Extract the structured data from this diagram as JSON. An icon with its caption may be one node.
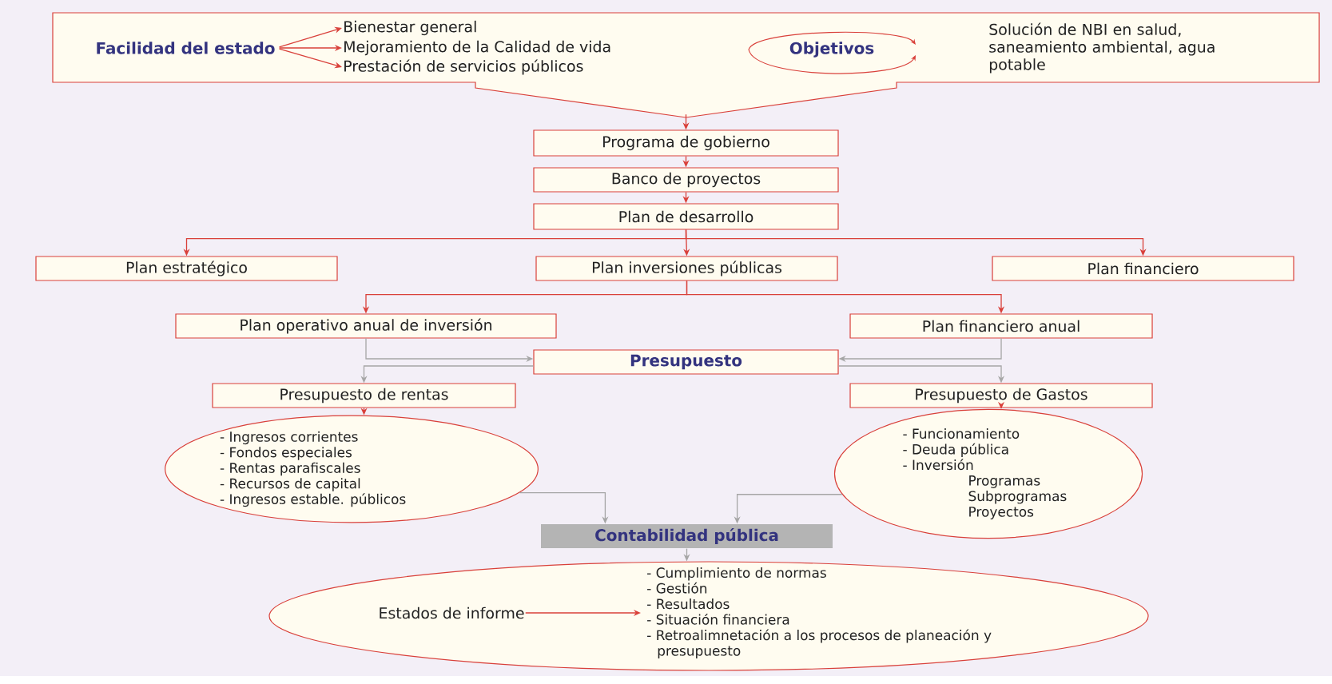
{
  "diagram": {
    "nodes": [
      {
        "text": [],
        "shape": "callout"
      },
      {
        "text": [
          "Facilidad del estado"
        ],
        "in": 0
      },
      {
        "text": [
          "Bienestar general"
        ],
        "in": 0
      },
      {
        "text": [
          "Mejoramiento de la Calidad de vida"
        ],
        "in": 0
      },
      {
        "text": [
          "Prestación de servicios públicos"
        ],
        "in": 0
      },
      {
        "text": [
          "Objetivos"
        ],
        "in": 0
      },
      {
        "text": [
          "Solución de NBI en salud, saneamiento ambiental, agua potable"
        ],
        "in": 0
      },
      {
        "text": [
          "Programa de gobierno"
        ]
      },
      {
        "text": [
          "Banco de proyectos"
        ]
      },
      {
        "text": [
          "Plan de desarrollo"
        ]
      },
      {
        "text": [
          "Plan estratégico"
        ]
      },
      {
        "text": [
          "Plan inversiones públicas"
        ]
      },
      {
        "text": [
          "Plan financiero"
        ]
      },
      {
        "text": [
          "Plan operativo anual de inversión"
        ]
      },
      {
        "text": [
          "Plan financiero anual"
        ]
      },
      {
        "text": [
          "Presupuesto"
        ]
      },
      {
        "text": [
          "Presupuesto de rentas"
        ]
      },
      {
        "text": [
          "Presupuesto de Gastos"
        ]
      },
      {
        "text": [
          "- Ingresos corrientes",
          "- Fondos especiales",
          "- Rentas parafiscales",
          "- Recursos de capital",
          "- Ingresos estable. públicos"
        ]
      },
      {
        "text": [
          "- Funcionamiento",
          "- Deuda pública",
          "- Inversión",
          "Programas",
          "Subprogramas",
          "Proyectos"
        ]
      },
      {
        "text": [
          "Contabilidad pública"
        ]
      },
      {
        "text": [],
        "shape": "ellipse"
      },
      {
        "text": [
          "Estados de informe"
        ],
        "in": 21
      },
      {
        "text": [
          "- Cumplimiento de normas",
          "- Gestión",
          "- Resultados",
          "- Situación financiera",
          "- Retroalimnetación a los procesos de planeación y presupuesto"
        ],
        "in": 21
      }
    ],
    "edges": [
      {
        "from": 1,
        "to": 2,
        "arrow": "to"
      },
      {
        "from": 1,
        "to": 3,
        "arrow": "to"
      },
      {
        "from": 1,
        "to": 4,
        "arrow": "to"
      },
      {
        "from": 0,
        "to": 7,
        "arrow": "to"
      },
      {
        "from": 7,
        "to": 8,
        "arrow": "to"
      },
      {
        "from": 8,
        "to": 9,
        "arrow": "to"
      },
      {
        "from": 9,
        "to": 10,
        "arrow": "to"
      },
      {
        "from": 9,
        "to": 11,
        "arrow": "to"
      },
      {
        "from": 9,
        "to": 12,
        "arrow": "to"
      },
      {
        "from": 11,
        "to": 13,
        "arrow": "to"
      },
      {
        "from": 11,
        "to": 14,
        "arrow": "to"
      },
      {
        "from": 13,
        "to": 15,
        "arrow": "to",
        "color": "#a6a6a6"
      },
      {
        "from": 14,
        "to": 15,
        "arrow": "to",
        "color": "#a6a6a6"
      },
      {
        "from": 15,
        "to": 16,
        "arrow": "to",
        "color": "#a6a6a6"
      },
      {
        "from": 15,
        "to": 17,
        "arrow": "to",
        "color": "#a6a6a6"
      },
      {
        "from": 16,
        "to": 18,
        "arrow": "to"
      },
      {
        "from": 17,
        "to": 19,
        "arrow": "to"
      },
      {
        "from": 18,
        "to": 20,
        "arrow": "to",
        "color": "#a6a6a6"
      },
      {
        "from": 19,
        "to": 20,
        "arrow": "to",
        "color": "#a6a6a6"
      },
      {
        "from": 20,
        "to": 21,
        "arrow": "to",
        "color": "#a6a6a6"
      },
      {
        "from": 22,
        "to": 23,
        "arrow": "to"
      }
    ]
  }
}
